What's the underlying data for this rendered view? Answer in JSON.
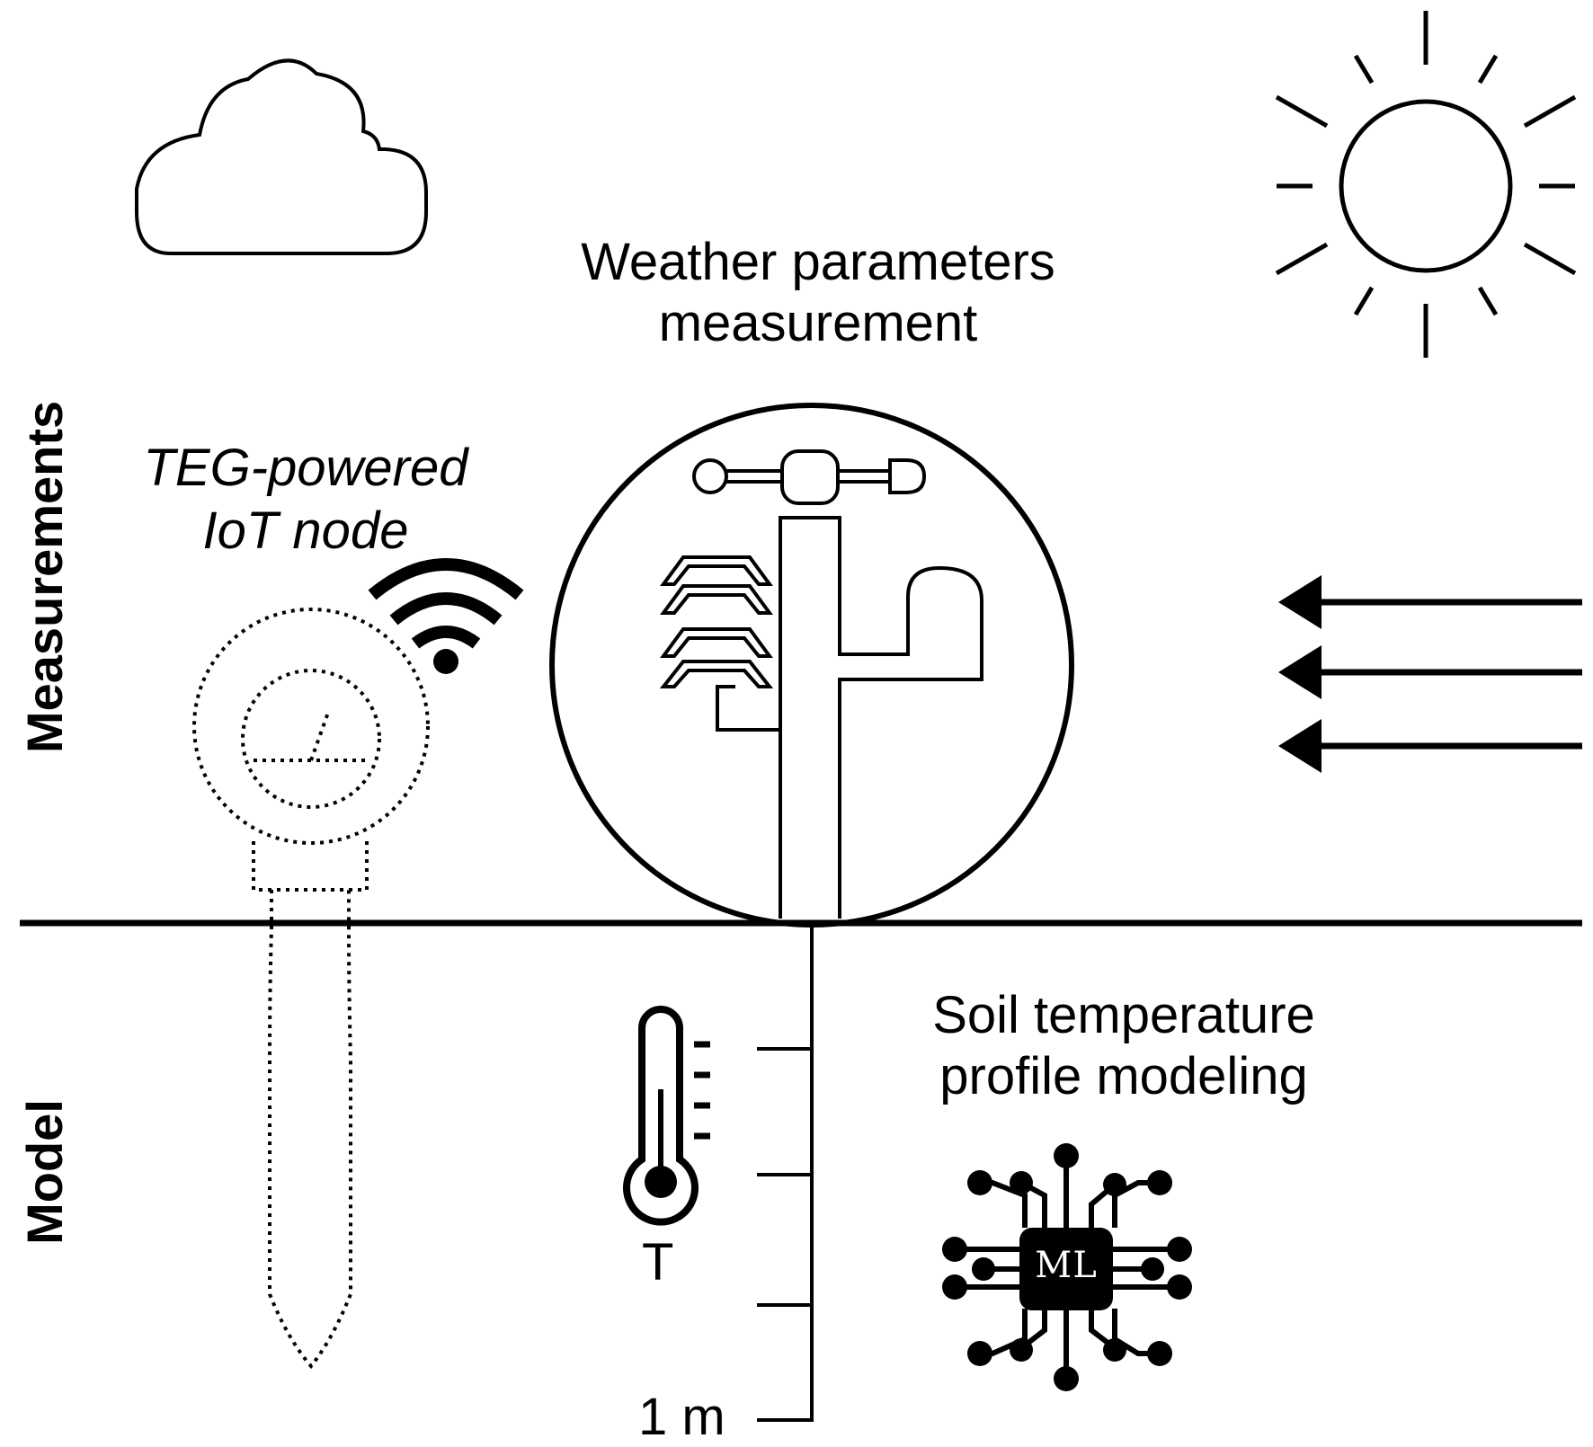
{
  "section_labels": {
    "top": "Measurements",
    "bottom": "Model"
  },
  "weather_title": {
    "line1": "Weather parameters",
    "line2": "measurement"
  },
  "iot_node_label": {
    "line1": "TEG-powered",
    "line2": "IoT node"
  },
  "soil_title": {
    "line1": "Soil temperature",
    "line2": "profile modeling"
  },
  "thermometer_symbol": "T",
  "depth_label": "1 m",
  "ml_chip_label": "ML",
  "icons": [
    "cloud-icon",
    "sun-icon",
    "wifi-icon",
    "weather-station-icon",
    "thermometer-icon",
    "ml-chip-icon",
    "wind-arrows-icon",
    "iot-node-outline-icon"
  ],
  "colors": {
    "stroke": "#000000",
    "background": "#ffffff"
  }
}
